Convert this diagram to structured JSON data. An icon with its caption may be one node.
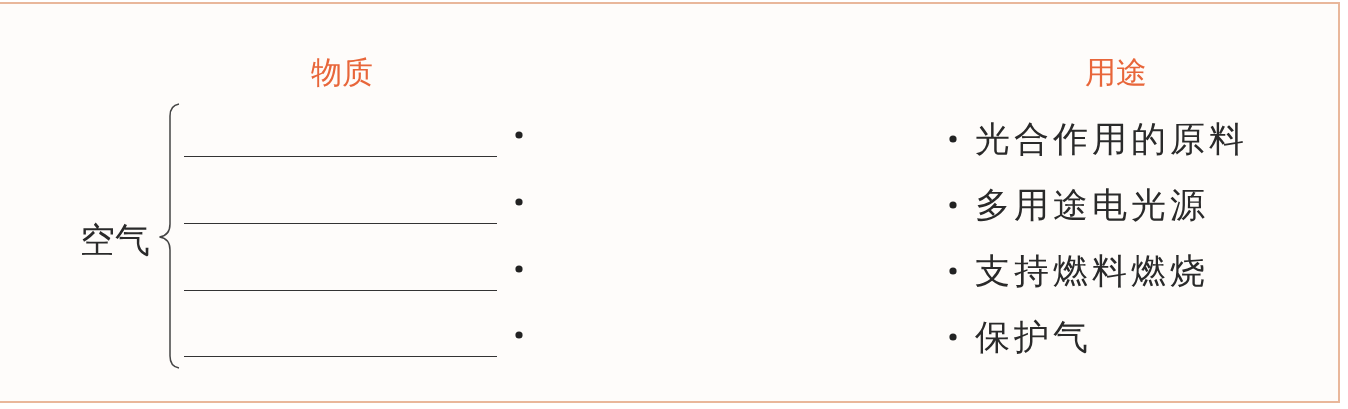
{
  "diagram": {
    "labels": [
      "物质",
      "用途",
      "空气",
      "光合作用的原料",
      "多用途电光源",
      "支持燃料燃烧",
      "保护气"
    ]
  }
}
